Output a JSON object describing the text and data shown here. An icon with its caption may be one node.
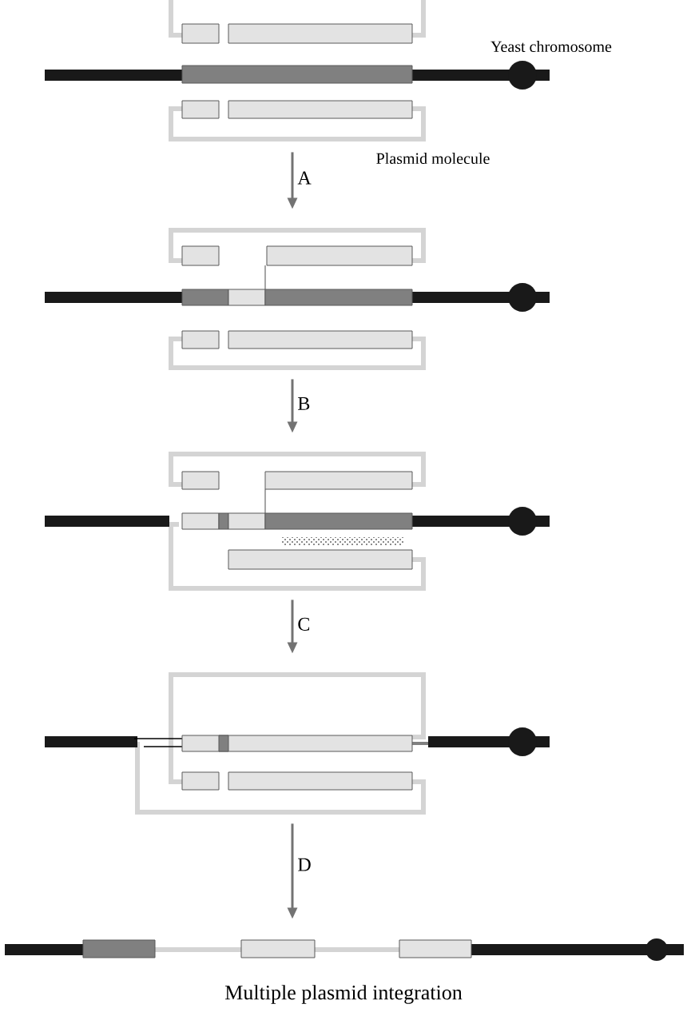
{
  "diagram": {
    "nodes": [
      {
        "text": [],
        "shape": "picture"
      },
      {
        "text": [],
        "shape": "picture"
      },
      {
        "text": [],
        "shape": "picture"
      },
      {
        "text": [],
        "shape": "picture"
      },
      {
        "text": [],
        "shape": "picture"
      }
    ],
    "edges": [
      {
        "from": 0,
        "to": 1,
        "arrow": "to",
        "label": "A"
      },
      {
        "from": 1,
        "to": 2,
        "arrow": "to",
        "label": "B"
      },
      {
        "from": 2,
        "to": 3,
        "arrow": "to",
        "label": "C"
      },
      {
        "from": 3,
        "to": 4,
        "arrow": "to",
        "label": "D"
      }
    ],
    "labels": [
      "Yeast chromosome",
      "Plasmid molecule",
      "Multiple plasmid integration"
    ]
  }
}
